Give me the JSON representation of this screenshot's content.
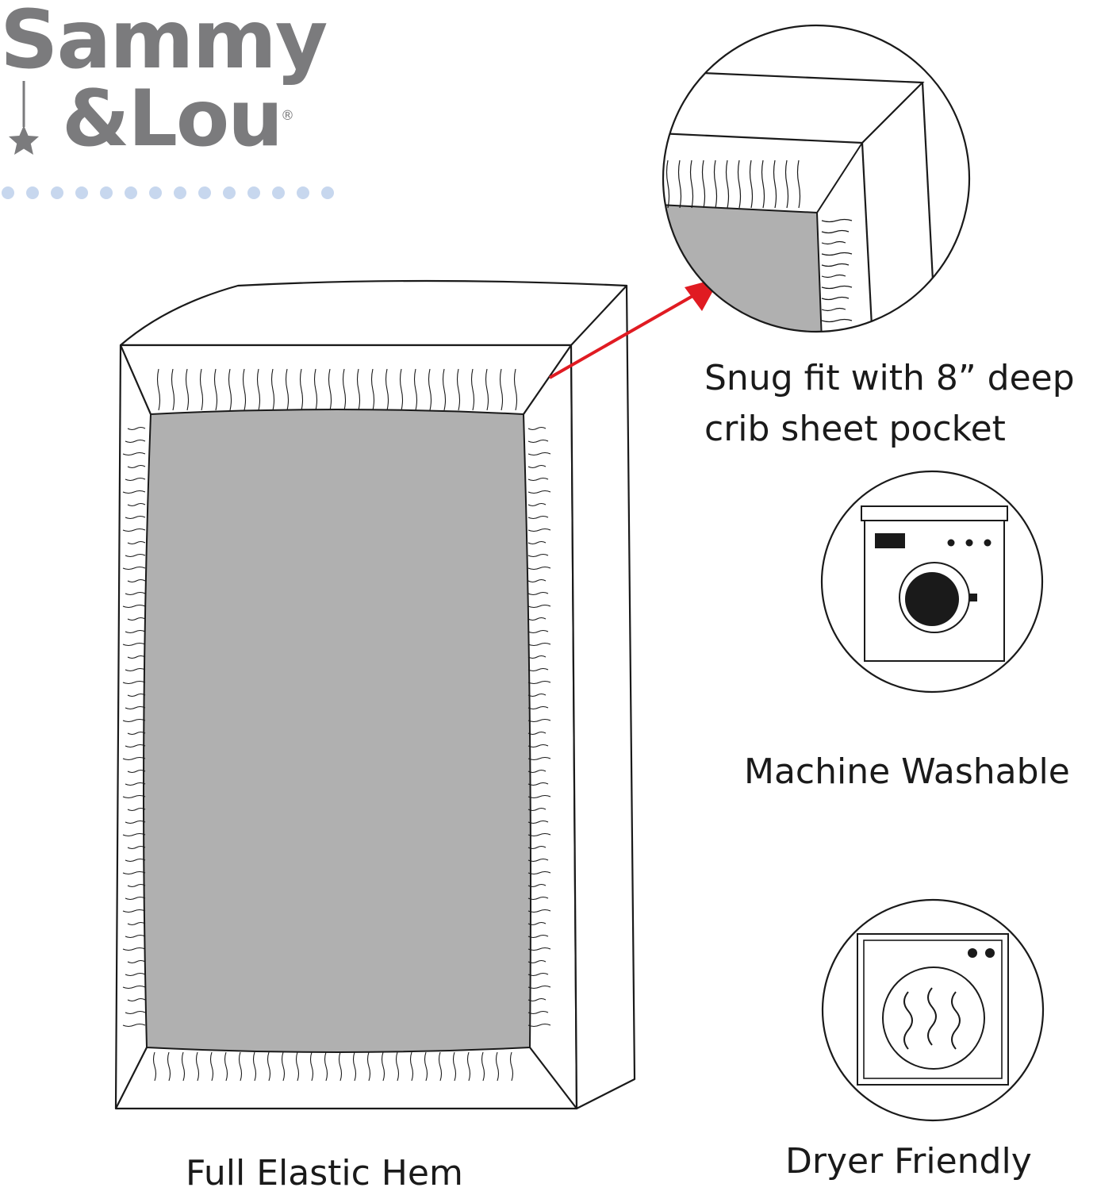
{
  "brand": {
    "name_top": "Sammy",
    "name_bottom": "&Lou",
    "registered_mark": "®",
    "text_color": "#7b7b7d",
    "dot_color": "#c7d7ee"
  },
  "features": {
    "fit_line1": "Snug fit with 8” deep",
    "fit_line2": "crib sheet pocket",
    "washable": "Machine Washable",
    "dryer": "Dryer Friendly",
    "hem": "Full Elastic Hem"
  },
  "colors": {
    "sheet_fill": "#b0b0b0",
    "line": "#1a1a1a",
    "arrow": "#e01b22"
  },
  "icons": {
    "star": "star-icon",
    "washer": "washing-machine-icon",
    "dryer": "dryer-icon",
    "arrow": "red-arrow-icon"
  }
}
